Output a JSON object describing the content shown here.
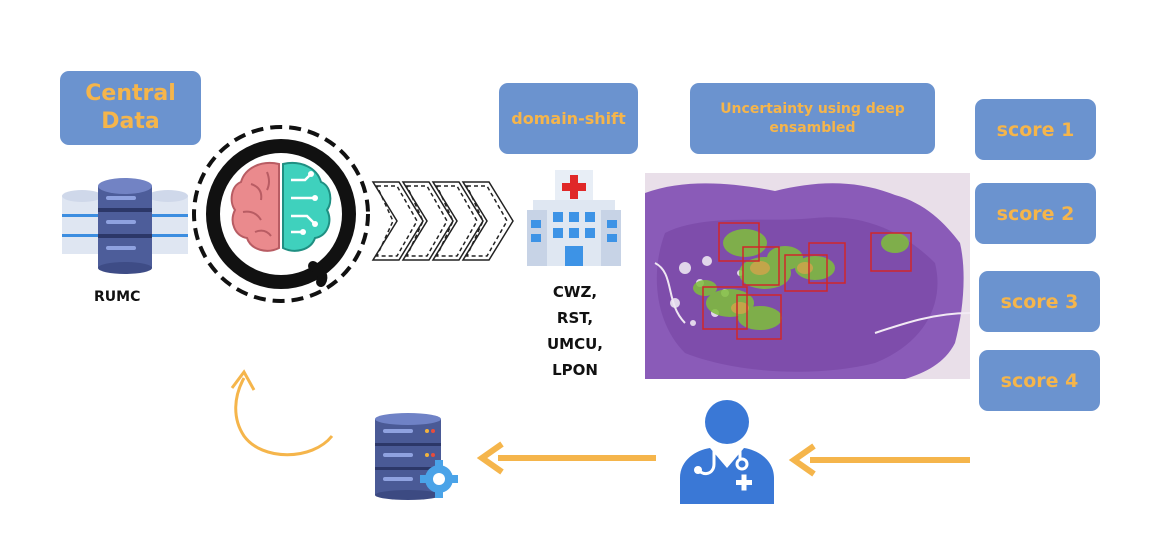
{
  "boxes": {
    "central_data": "Central\nData",
    "domain_shift": "domain-shift",
    "uncertainty": "Uncertainty using deep\nensambled"
  },
  "scores": [
    "score 1",
    "score 2",
    "score 3",
    "score 4"
  ],
  "labels": {
    "rumc": "RUMC",
    "hospitals": [
      "CWZ,",
      "RST,",
      "UMCU,",
      "LPON"
    ]
  },
  "icons": [
    "database-icon",
    "brain-icon",
    "chevron-arrows-icon",
    "hospital-icon",
    "pathology-slide-image",
    "doctor-icon",
    "database-gear-icon",
    "curved-arrow-icon"
  ],
  "colors": {
    "box": "#6b93cf",
    "box_text": "#f5b54b",
    "arrow": "#f5b54b",
    "slide_purple": "#8a5bb8",
    "heatmap_green": "#7fbf3a",
    "roi_red": "#d0262a"
  }
}
